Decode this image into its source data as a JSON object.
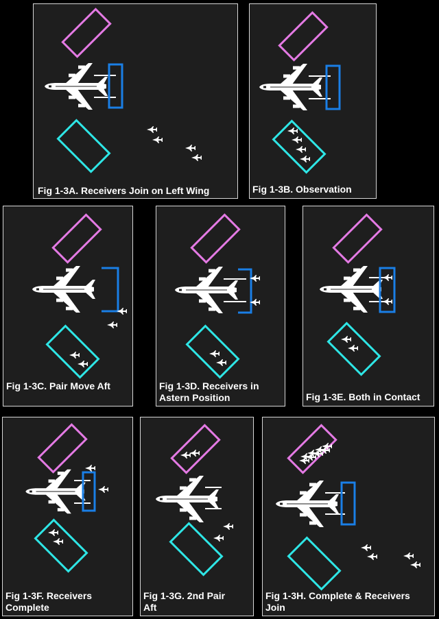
{
  "colors": {
    "background": "#1e1e1e",
    "border": "#d8d8d8",
    "pink": "#e47ae4",
    "cyan": "#2ee6e6",
    "blue": "#1a7fe6",
    "aircraft": "#ffffff"
  },
  "icons": {
    "tanker": "tanker-aircraft-icon",
    "receiver": "receiver-jet-icon"
  },
  "panels": [
    {
      "id": "A",
      "caption": "Fig 1-3A.  Receivers Join on Left Wing"
    },
    {
      "id": "B",
      "caption": "Fig 1-3B.  Observation"
    },
    {
      "id": "C",
      "caption": "Fig 1-3C.  Pair Move Aft"
    },
    {
      "id": "D",
      "caption": "Fig 1-3D.  Receivers in\nAstern Position"
    },
    {
      "id": "E",
      "caption": "Fig 1-3E.  Both in Contact"
    },
    {
      "id": "F",
      "caption": "Fig 1-3F.  Receivers\nComplete"
    },
    {
      "id": "G",
      "caption": "Fig 1-3G.  2nd Pair\nAft"
    },
    {
      "id": "H",
      "caption": "Fig 1-3H.  Complete & Receivers\nJoin"
    }
  ]
}
